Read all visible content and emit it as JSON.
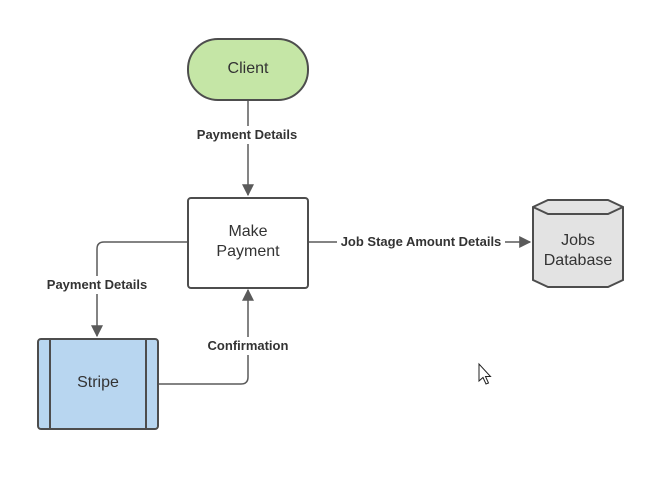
{
  "diagram": {
    "nodes": {
      "client": {
        "label": "Client",
        "fill": "#c5e6a6",
        "stroke": "#4d4d4d"
      },
      "make_payment": {
        "label_line1": "Make",
        "label_line2": "Payment",
        "fill": "#ffffff",
        "stroke": "#4d4d4d"
      },
      "jobs_database": {
        "label_line1": "Jobs",
        "label_line2": "Database",
        "fill": "#e3e3e3",
        "stroke": "#4d4d4d"
      },
      "stripe": {
        "label": "Stripe",
        "fill": "#b8d6f0",
        "stroke": "#4d4d4d"
      }
    },
    "edges": {
      "client_to_payment": {
        "label": "Payment Details"
      },
      "payment_to_database": {
        "label": "Job Stage Amount Details"
      },
      "payment_to_stripe": {
        "label": "Payment Details"
      },
      "stripe_to_payment": {
        "label": "Confirmation"
      }
    },
    "colors": {
      "line": "#5a5a5a",
      "text": "#333333"
    }
  },
  "cursor": {
    "icon": "mouse-pointer-icon"
  }
}
